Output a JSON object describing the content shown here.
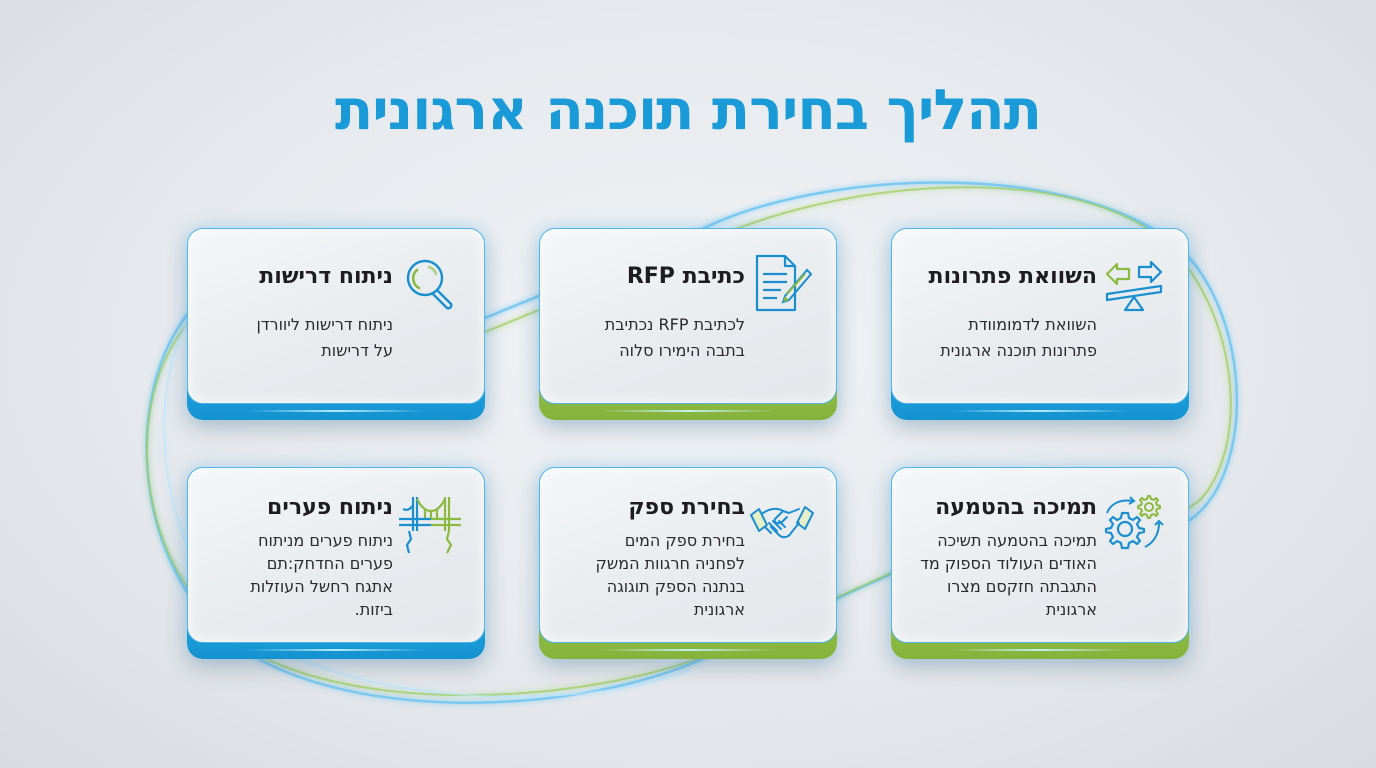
{
  "title": "תהליך בחירת תוכנה ארגונית",
  "colors": {
    "title": "#1a9ad6",
    "blue_accent": "#1a9ad6",
    "green_accent": "#8cb940",
    "card_border": "#4fb6e8"
  },
  "cards": [
    {
      "position": "top-right",
      "accent": "blue",
      "icon": "balance-arrows-icon",
      "heading": "השוואת פתרונות",
      "lines": [
        "השוואת לדמומוודת",
        "פתרונות תוכנה ארגונית"
      ]
    },
    {
      "position": "top-center",
      "accent": "green",
      "icon": "document-pencil-icon",
      "heading": "כתיבת RFP",
      "lines": [
        "לכתיבת RFP נכתיבת",
        "בתבה הימירו סלוה"
      ]
    },
    {
      "position": "top-left",
      "accent": "blue",
      "icon": "magnifier-icon",
      "heading": "ניתוח דרישות",
      "lines": [
        "ניתוח דרישות ליוורדן",
        "על דרישות"
      ]
    },
    {
      "position": "bottom-right",
      "accent": "green",
      "icon": "gears-cycle-icon",
      "heading": "תמיכה בהטמעה",
      "lines": [
        "תמיכה בהטמעה תשיכה",
        "האודים העולוד הספוק מד",
        "התגבתה חזקסם מצרו",
        "ארגונית"
      ]
    },
    {
      "position": "bottom-center",
      "accent": "green",
      "icon": "handshake-icon",
      "heading": "בחירת ספק",
      "lines": [
        "בחירת ספק המים",
        "לפחניה חרגוות המשק",
        "בנתנה הספק תוגוגה",
        "ארגונית"
      ]
    },
    {
      "position": "bottom-left",
      "accent": "blue",
      "icon": "bridge-icon",
      "heading": "ניתוח פערים",
      "lines": [
        "ניתוח פערים מניתוח",
        "פערים החדחק:תם",
        "אתגח רחשל העוזלות",
        "ביזות."
      ]
    }
  ]
}
